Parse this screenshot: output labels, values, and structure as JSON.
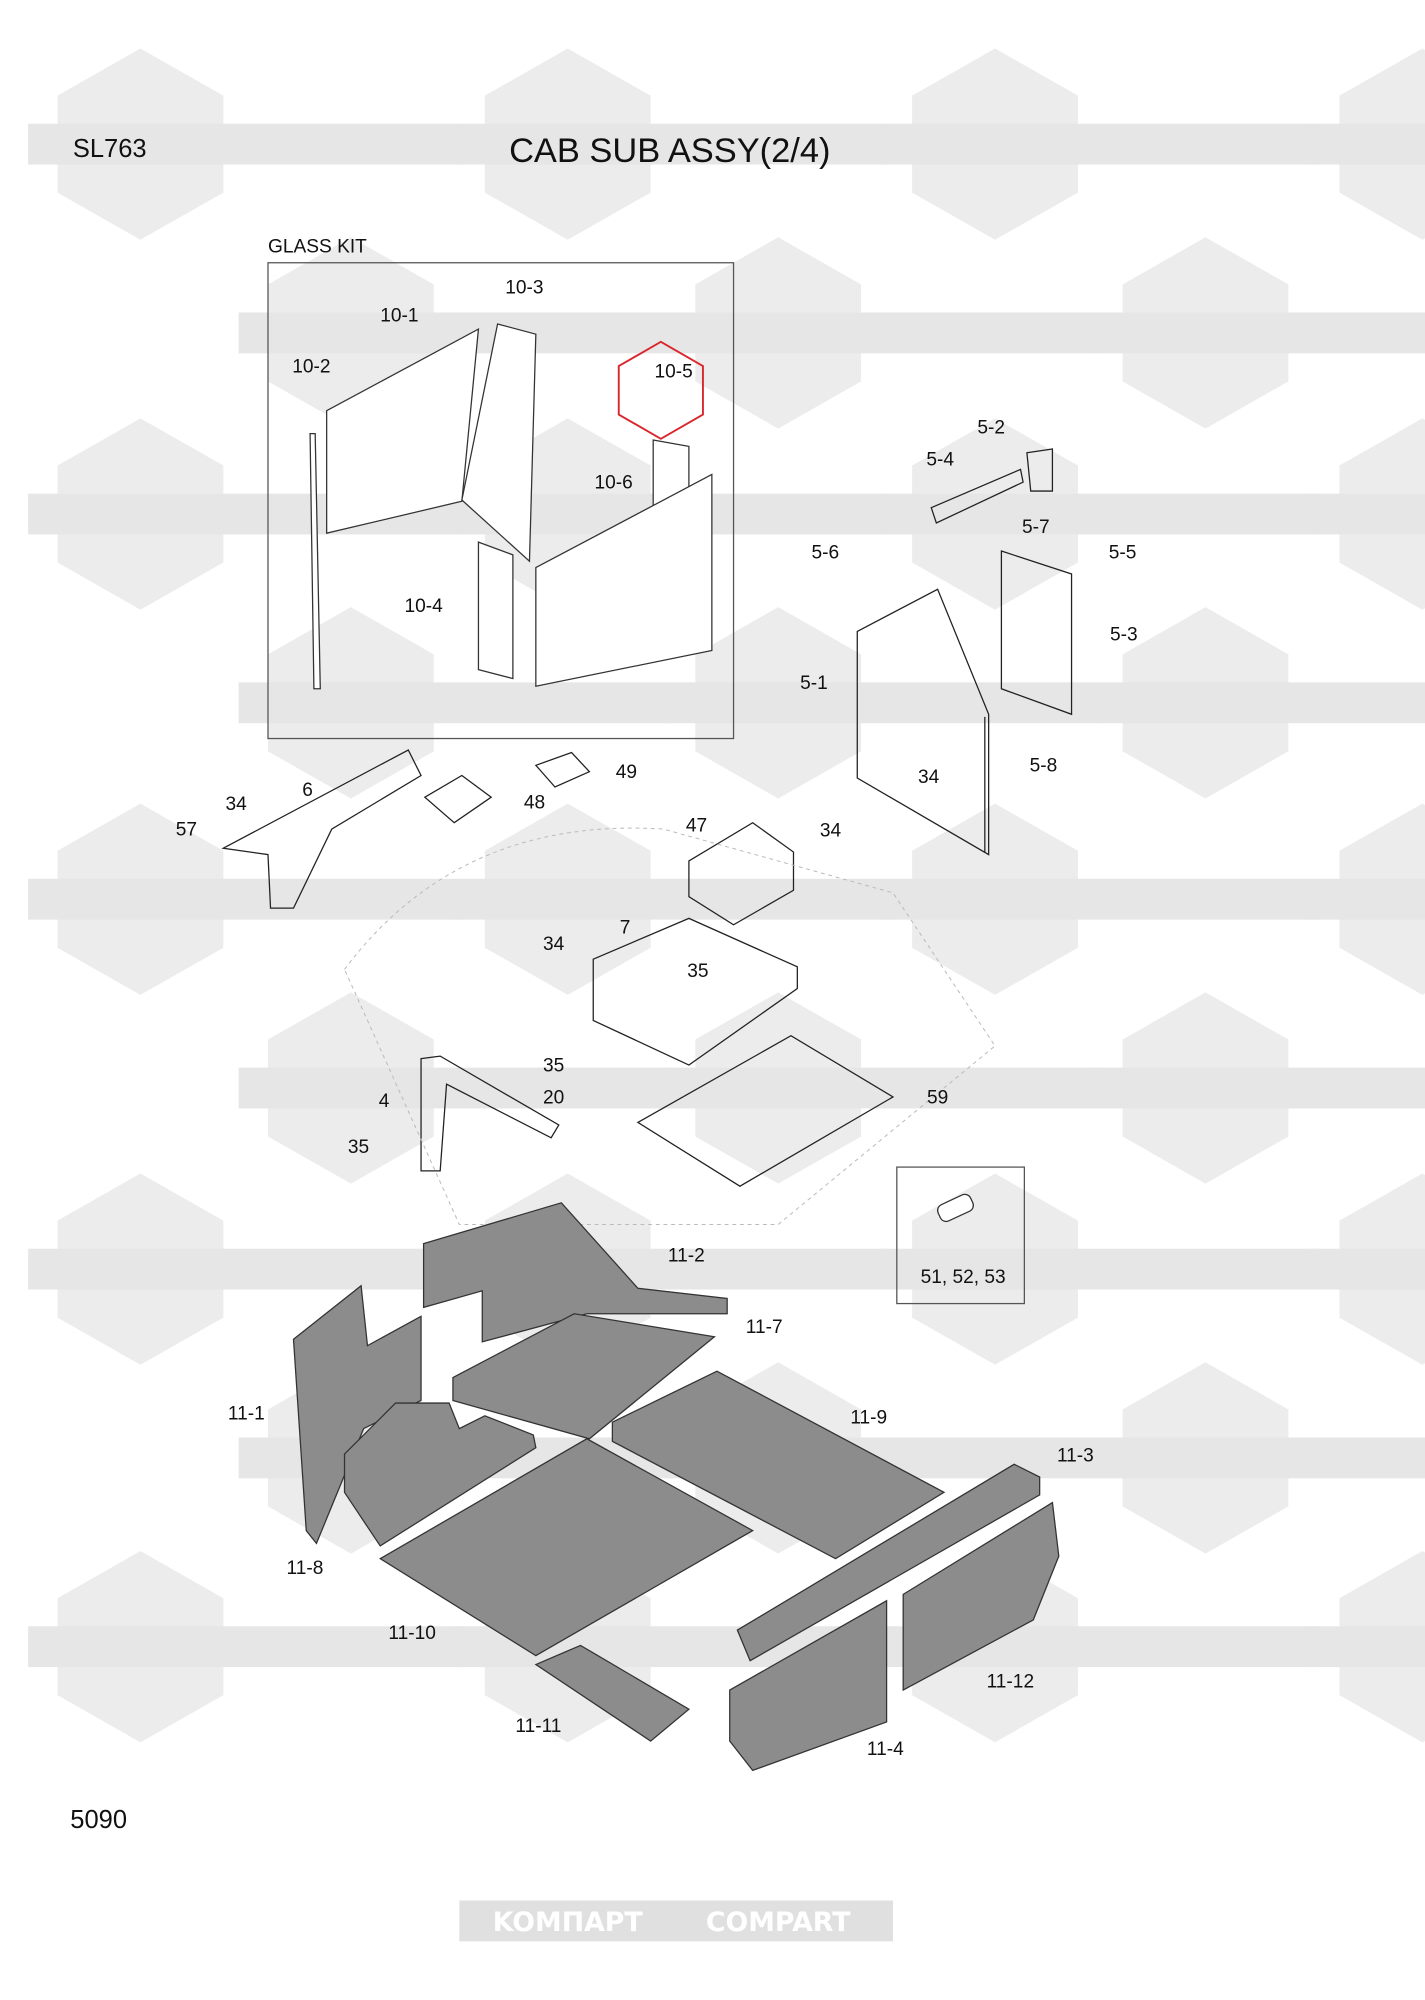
{
  "header": {
    "model": "SL763",
    "title": "CAB SUB ASSY(2/4)"
  },
  "glass_kit": {
    "title": "GLASS KIT"
  },
  "highlight_color": "#d9272e",
  "watermark": {
    "left_text": "KOMПАРТ",
    "right_text": "COMPART"
  },
  "labels": [
    "10-1",
    "10-3",
    "10-2",
    "10-5",
    "10-6",
    "10-4",
    "5-2",
    "5-4",
    "5-7",
    "5-6",
    "5-5",
    "5-3",
    "5-1",
    "34",
    "5-8",
    "49",
    "6",
    "34",
    "48",
    "57",
    "47",
    "34",
    "7",
    "34",
    "35",
    "35",
    "4",
    "20",
    "59",
    "35",
    "51, 52, 53",
    "11-2",
    "11-7",
    "11-1",
    "11-9",
    "11-3",
    "11-8",
    "11-10",
    "11-12",
    "11-11",
    "11-4"
  ],
  "footer": {
    "page": "5090"
  }
}
